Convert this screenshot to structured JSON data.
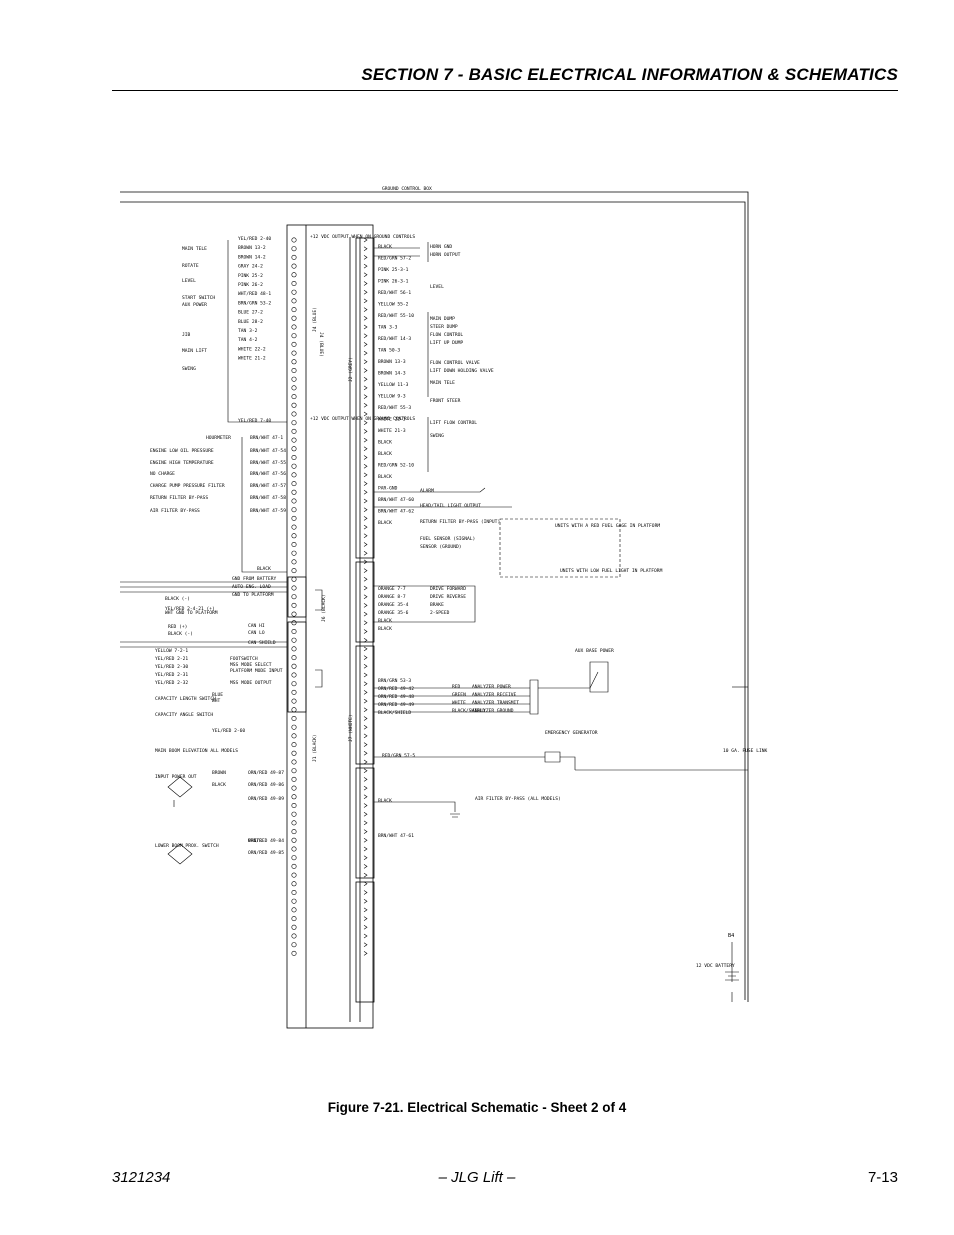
{
  "header": {
    "title": "SECTION 7 - BASIC ELECTRICAL INFORMATION & SCHEMATICS"
  },
  "schematic": {
    "box_label": "GROUND CONTROL BOX",
    "connectors": {
      "j4": "J4 (BLUE)",
      "j2": "J2 (GREY)",
      "j6": "J6 (BLACK)",
      "j7": "J7 (WHITE)",
      "j1": "J1 (BLACK)"
    },
    "left_functions": [
      "MAIN TELE",
      "ROTATE",
      "LEVEL",
      "START SWITCH",
      "AUX POWER",
      "JIB",
      "MAIN LIFT",
      "SWING"
    ],
    "left_wires": [
      "YEL/RED 2-40",
      "BROWN 13-2",
      "BROWN 14-2",
      "GRAY 24-2",
      "PINK 25-2",
      "PINK 26-2",
      "WHT/RED 48-1",
      "BRN/GRN 53-2",
      "BLUE 27-2",
      "BLUE 28-2",
      "TAN 3-2",
      "TAN 4-2",
      "WHITE 22-2",
      "WHITE 21-2",
      "YEL/RED 7-40"
    ],
    "supply_labels": [
      "+12 VDC OUTPUT WHEN ON GROUND CONTROLS",
      "+12 VDC OUTPUT WHEN ON GROUND CONTROLS"
    ],
    "gauges": [
      "HOURMETER",
      "ENGINE LOW OIL PRESSURE",
      "ENGINE HIGH TEMPERATURE",
      "NO CHARGE",
      "CHARGE PUMP PRESSURE FILTER",
      "RETURN FILTER BY-PASS",
      "AIR FILTER BY-PASS"
    ],
    "gauge_wires": [
      "BRN/WHT 47-1",
      "BRN/WHT 47-54",
      "BRN/WHT 47-55",
      "BRN/WHT 47-56",
      "BRN/WHT 47-57",
      "BRN/WHT 47-58",
      "BRN/WHT 47-59"
    ],
    "black_label": "BLACK",
    "j6_labels": [
      "GND FROM BATTERY",
      "AUTO ENG. LOAD",
      "GND TO PLATFORM",
      "BLACK (-)",
      "YEL/RED 2-4-21 (+)",
      "WHT GND TO PLATFORM"
    ],
    "can_labels": [
      "RED (+)",
      "BLACK (-)",
      "CAN HI",
      "CAN LO",
      "CAN SHIELD"
    ],
    "j1_labels": [
      "YELLOW 7-2-1",
      "YEL/RED 2-21",
      "YEL/RED 2-30",
      "YEL/RED 2-31",
      "YEL/RED 2-32",
      "FOOTSWITCH",
      "MSS MODE SELECT",
      "PLATFORM MODE INPUT",
      "MSS MODE OUTPUT",
      "CAPACITY LENGTH SWITCH",
      "CAPACITY ANGLE SWITCH",
      "MAIN BOOM ELEVATION ALL MODELS",
      "INPUT POWER OUT",
      "LOWER BOOM PROX. SWITCH"
    ],
    "j1_wires": [
      "BLUE",
      "WHT",
      "YEL/RED 2-60",
      "BROWN",
      "BLACK",
      "ORN/RED 49-87",
      "ORN/RED 49-86",
      "ORN/RED 49-89",
      "WHITE",
      "ORN/RED 49-84",
      "ORN/RED 49-85"
    ],
    "right_wires": [
      "BLACK",
      "RED/GRN 57-2",
      "PINK 25-3-1",
      "PINK 26-3-1",
      "RED/WHT 56-1",
      "YELLOW 55-2",
      "RED/WHT 55-10",
      "TAN 3-3",
      "RED/WHT 14-3",
      "TAN 50-3",
      "BROWN 13-3",
      "BROWN 14-3",
      "YELLOW 11-3",
      "YELLOW 9-3",
      "RED/WHT 55-3",
      "WHITE 22-3",
      "WHITE 21-3",
      "BLACK",
      "BLACK",
      "RED/GRN 52-10",
      "BLACK",
      "PAR-GND",
      "BRN/WHT 47-60",
      "BRN/WHT 47-62",
      "BLACK"
    ],
    "right_functions": [
      "HORN GND",
      "HORN OUTPUT",
      "LEVEL",
      "MAIN DUMP",
      "STEER DUMP",
      "FLOW CONTROL",
      "LIFT UP DUMP",
      "FLOW CONTROL VALVE",
      "LIFT DOWN HOLDING VALVE",
      "MAIN TELE",
      "FRONT STEER",
      "LIFT FLOW CONTROL",
      "SWING",
      "ALARM",
      "HEAD/TAIL LIGHT OUTPUT",
      "RETURN FILTER BY-PASS (INPUT)",
      "FUEL SENSOR (SIGNAL)",
      "SENSOR (GROUND)"
    ],
    "fuel_notes": [
      "UNITS WITH A RED FUEL GAGE IN PLATFORM",
      "UNITS WITH LOW FUEL LIGHT IN PLATFORM"
    ],
    "j7_wires": [
      "ORANGE 7-7",
      "ORANGE 8-7",
      "ORANGE 35-4",
      "ORANGE 35-6",
      "BLACK",
      "BLACK"
    ],
    "j7_functions": [
      "DRIVE FORWARD",
      "DRIVE REVERSE",
      "BRAKE",
      "2-SPEED"
    ],
    "analyzer_wires": [
      "BRN/GRN 53-3",
      "ORN/RED 49-42",
      "ORN/RED 49-48",
      "ORN/RED 49-49",
      "BLACK/SHIELD"
    ],
    "analyzer_labels": [
      "RED",
      "GREEN",
      "WHITE",
      "BLACK/SHIELD",
      "ANALYZER POWER",
      "ANALYZER RECEIVE",
      "ANALYZER TRANSMIT",
      "ANALYZER GROUND"
    ],
    "aux_labels": [
      "AUX BASE POWER",
      "RED/GRN 57-5",
      "EMERGENCY GENERATOR",
      "10 GA. FUSE LINK"
    ],
    "air_filter": {
      "wire": "BLACK",
      "label": "AIR FILTER BY-PASS (ALL MODELS)",
      "wire2": "BRN/WHT 47-61"
    },
    "battery": {
      "ref": "B4",
      "label": "12 VDC BATTERY"
    }
  },
  "caption": "Figure 7-21.  Electrical Schematic - Sheet 2 of 4",
  "footer": {
    "doc_number": "3121234",
    "center": "– JLG Lift –",
    "page": "7-13"
  }
}
